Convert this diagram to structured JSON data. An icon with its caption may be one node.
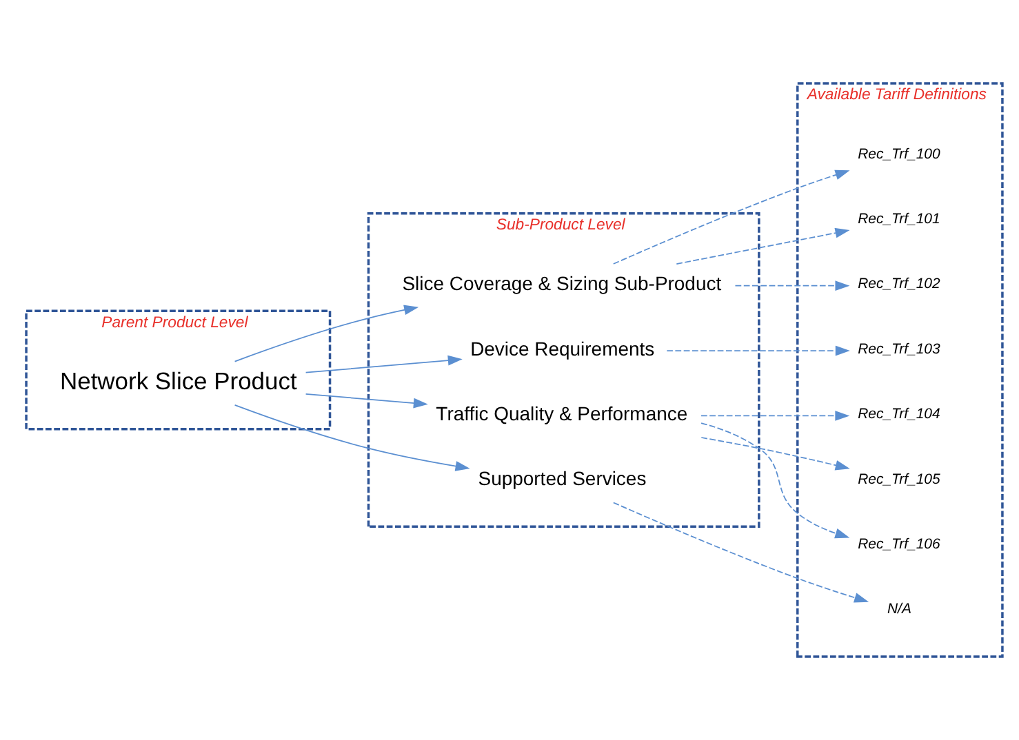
{
  "diagram": {
    "nodes": [
      {
        "text": [
          "Parent Product Level"
        ]
      },
      {
        "text": [
          "Network Slice Product"
        ],
        "in": 0
      },
      {
        "text": [
          "Sub-Product Level"
        ]
      },
      {
        "text": [
          "Slice Coverage & Sizing Sub-Product"
        ],
        "in": 2
      },
      {
        "text": [
          "Device Requirements"
        ],
        "in": 2
      },
      {
        "text": [
          "Traffic Quality & Performance"
        ],
        "in": 2
      },
      {
        "text": [
          "Supported Services"
        ],
        "in": 2
      },
      {
        "text": [
          "Available Tariff Definitions"
        ]
      },
      {
        "text": [
          "Rec_Trf_100"
        ],
        "in": 7
      },
      {
        "text": [
          "Rec_Trf_101"
        ],
        "in": 7
      },
      {
        "text": [
          "Rec_Trf_102"
        ],
        "in": 7
      },
      {
        "text": [
          "Rec_Trf_103"
        ],
        "in": 7
      },
      {
        "text": [
          "Rec_Trf_104"
        ],
        "in": 7
      },
      {
        "text": [
          "Rec_Trf_105"
        ],
        "in": 7
      },
      {
        "text": [
          "Rec_Trf_106"
        ],
        "in": 7
      },
      {
        "text": [
          "N/A"
        ],
        "in": 7
      }
    ],
    "edges": [
      {
        "from": 1,
        "to": 3,
        "arrow": "to"
      },
      {
        "from": 1,
        "to": 4,
        "arrow": "to"
      },
      {
        "from": 1,
        "to": 5,
        "arrow": "to"
      },
      {
        "from": 1,
        "to": 6,
        "arrow": "to"
      },
      {
        "from": 3,
        "to": 8,
        "arrow": "to",
        "style": "dashed"
      },
      {
        "from": 3,
        "to": 9,
        "arrow": "to",
        "style": "dashed"
      },
      {
        "from": 3,
        "to": 10,
        "arrow": "to",
        "style": "dashed"
      },
      {
        "from": 4,
        "to": 11,
        "arrow": "to",
        "style": "dashed"
      },
      {
        "from": 5,
        "to": 12,
        "arrow": "to",
        "style": "dashed"
      },
      {
        "from": 5,
        "to": 13,
        "arrow": "to",
        "style": "dashed"
      },
      {
        "from": 5,
        "to": 14,
        "arrow": "to",
        "style": "dashed"
      },
      {
        "from": 6,
        "to": 15,
        "arrow": "to",
        "style": "dashed"
      }
    ]
  }
}
